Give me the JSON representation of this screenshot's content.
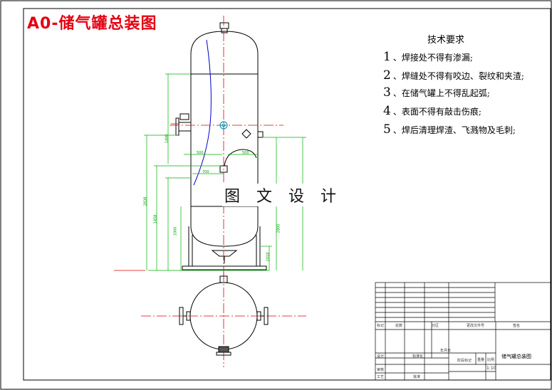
{
  "title": "A0-储气罐总装图",
  "requirements": {
    "heading": "技术要求",
    "items": [
      {
        "num": "1",
        "text": "、焊接处不得有渗漏;"
      },
      {
        "num": "2",
        "text": "、焊缝处不得有咬边、裂纹和夹渣;"
      },
      {
        "num": "3",
        "text": "、在储气罐上不得乱起弧;"
      },
      {
        "num": "4",
        "text": "、表面不得有敲击伤痕;"
      },
      {
        "num": "5",
        "text": "、焊后清理焊渣、飞溅物及毛刺;"
      }
    ]
  },
  "watermark": "图 文 设 计",
  "title_block": {
    "drawing_name": "储气罐总装图",
    "scale": "1:10",
    "labels": [
      "标记",
      "处数",
      "分区",
      "更改文件号",
      "签名",
      "年月日",
      "设计",
      "标准化",
      "阶段标记",
      "重量",
      "比例",
      "审核",
      "工艺",
      "批准"
    ]
  },
  "dimensions": [
    "1400",
    "500",
    "500",
    "700",
    "2838",
    "1458",
    "1000",
    "2018",
    "2800"
  ]
}
